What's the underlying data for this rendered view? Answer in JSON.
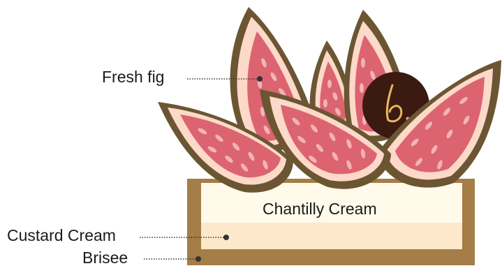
{
  "labels": {
    "fresh_fig": "Fresh fig",
    "chantilly_cream": "Chantilly Cream",
    "custard_cream": "Custard Cream",
    "brisee": "Brisee"
  },
  "logo": {
    "text": "b."
  },
  "colors": {
    "fig_skin_outer": "#6b5533",
    "fig_skin_inner": "#fcd9c9",
    "fig_flesh": "#dc6470",
    "fig_seed": "#f3b3b6",
    "tart_shell": "#a47d47",
    "chantilly": "#fffaea",
    "custard": "#fde8cb",
    "badge_bg": "#3b1a12",
    "badge_text": "#e8b75a",
    "leader_line": "#333333"
  }
}
